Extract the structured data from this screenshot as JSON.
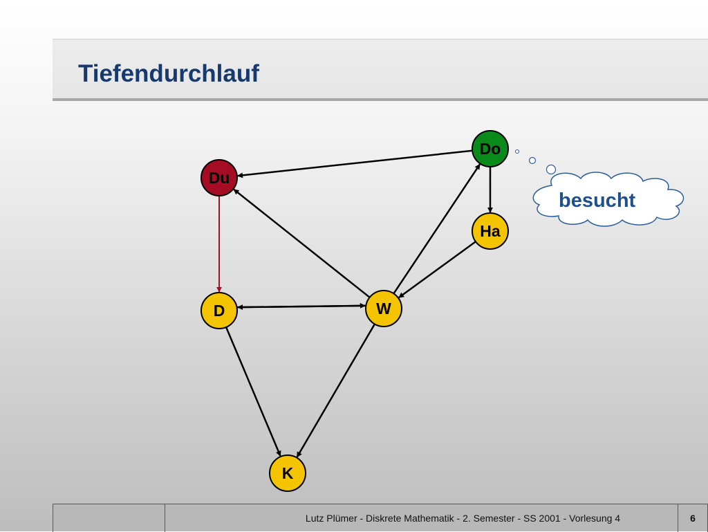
{
  "slide": {
    "title": "Tiefendurchlauf"
  },
  "graph": {
    "nodes": [
      {
        "id": "Do",
        "label": "Do",
        "status": "current",
        "color": "#0a8a1a"
      },
      {
        "id": "Du",
        "label": "Du",
        "status": "finished",
        "color": "#a50d25"
      },
      {
        "id": "Ha",
        "label": "Ha",
        "status": "unvisited",
        "color": "#f5c400"
      },
      {
        "id": "D",
        "label": "D",
        "status": "unvisited",
        "color": "#f5c400"
      },
      {
        "id": "W",
        "label": "W",
        "status": "unvisited",
        "color": "#f5c400"
      },
      {
        "id": "K",
        "label": "K",
        "status": "unvisited",
        "color": "#f5c400"
      }
    ],
    "edges": [
      {
        "from": "Do",
        "to": "Du",
        "highlight": false
      },
      {
        "from": "Du",
        "to": "D",
        "highlight": true
      },
      {
        "from": "Do",
        "to": "Ha",
        "highlight": false
      },
      {
        "from": "Ha",
        "to": "W",
        "highlight": false
      },
      {
        "from": "W",
        "to": "Do",
        "highlight": false
      },
      {
        "from": "W",
        "to": "Du",
        "highlight": false
      },
      {
        "from": "D",
        "to": "W",
        "highlight": false
      },
      {
        "from": "W",
        "to": "D",
        "highlight": false
      },
      {
        "from": "D",
        "to": "K",
        "highlight": false
      },
      {
        "from": "W",
        "to": "K",
        "highlight": false
      }
    ],
    "edge_color": "#000000",
    "highlight_color": "#a50d25"
  },
  "thought_bubble": {
    "text": "besucht",
    "text_color": "#1f4f8c"
  },
  "footer": {
    "text": "Lutz Plümer  -  Diskrete Mathematik  -  2. Semester  -  SS 2001  -  Vorlesung 4",
    "page": "6"
  }
}
